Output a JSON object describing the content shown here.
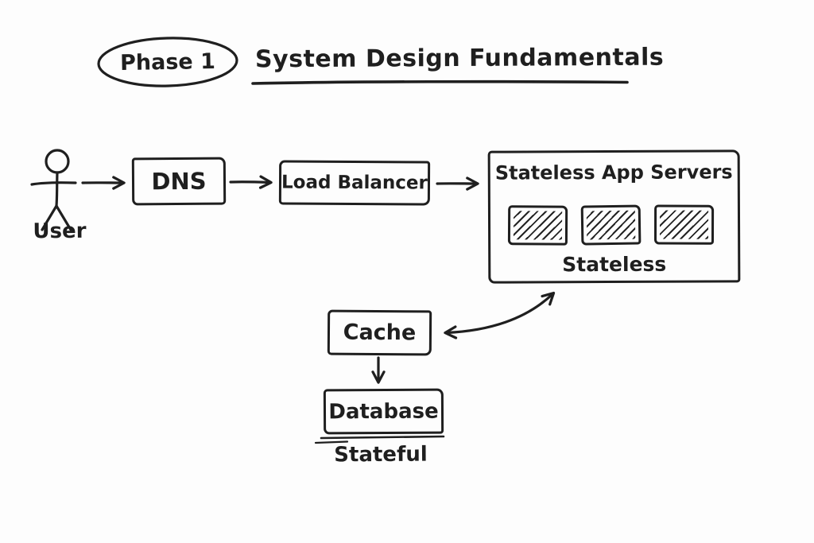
{
  "page": {
    "background": "#fdfdfd",
    "ink_color": "#1f1f1f",
    "style": "hand-drawn whiteboard sketch"
  },
  "header": {
    "phase_badge": "Phase 1",
    "title": "System Design Fundamentals"
  },
  "actors": {
    "user": {
      "label": "User",
      "icon": "stick-figure"
    }
  },
  "nodes": {
    "dns": {
      "label": "DNS"
    },
    "load_balancer": {
      "label": "Load Balancer"
    },
    "app_servers": {
      "title": "Stateless App Servers",
      "caption": "Stateless",
      "server_count": 3,
      "server_icon": "hatched-server-box"
    },
    "cache": {
      "label": "Cache"
    },
    "database": {
      "label": "Database",
      "caption": "Stateful"
    }
  },
  "edges": [
    {
      "from": "user",
      "to": "dns",
      "style": "arrow"
    },
    {
      "from": "dns",
      "to": "load_balancer",
      "style": "arrow"
    },
    {
      "from": "load_balancer",
      "to": "app_servers",
      "style": "arrow"
    },
    {
      "from": "app_servers",
      "to": "cache",
      "style": "double-headed-curved-arrow"
    },
    {
      "from": "cache",
      "to": "database",
      "style": "arrow"
    }
  ]
}
